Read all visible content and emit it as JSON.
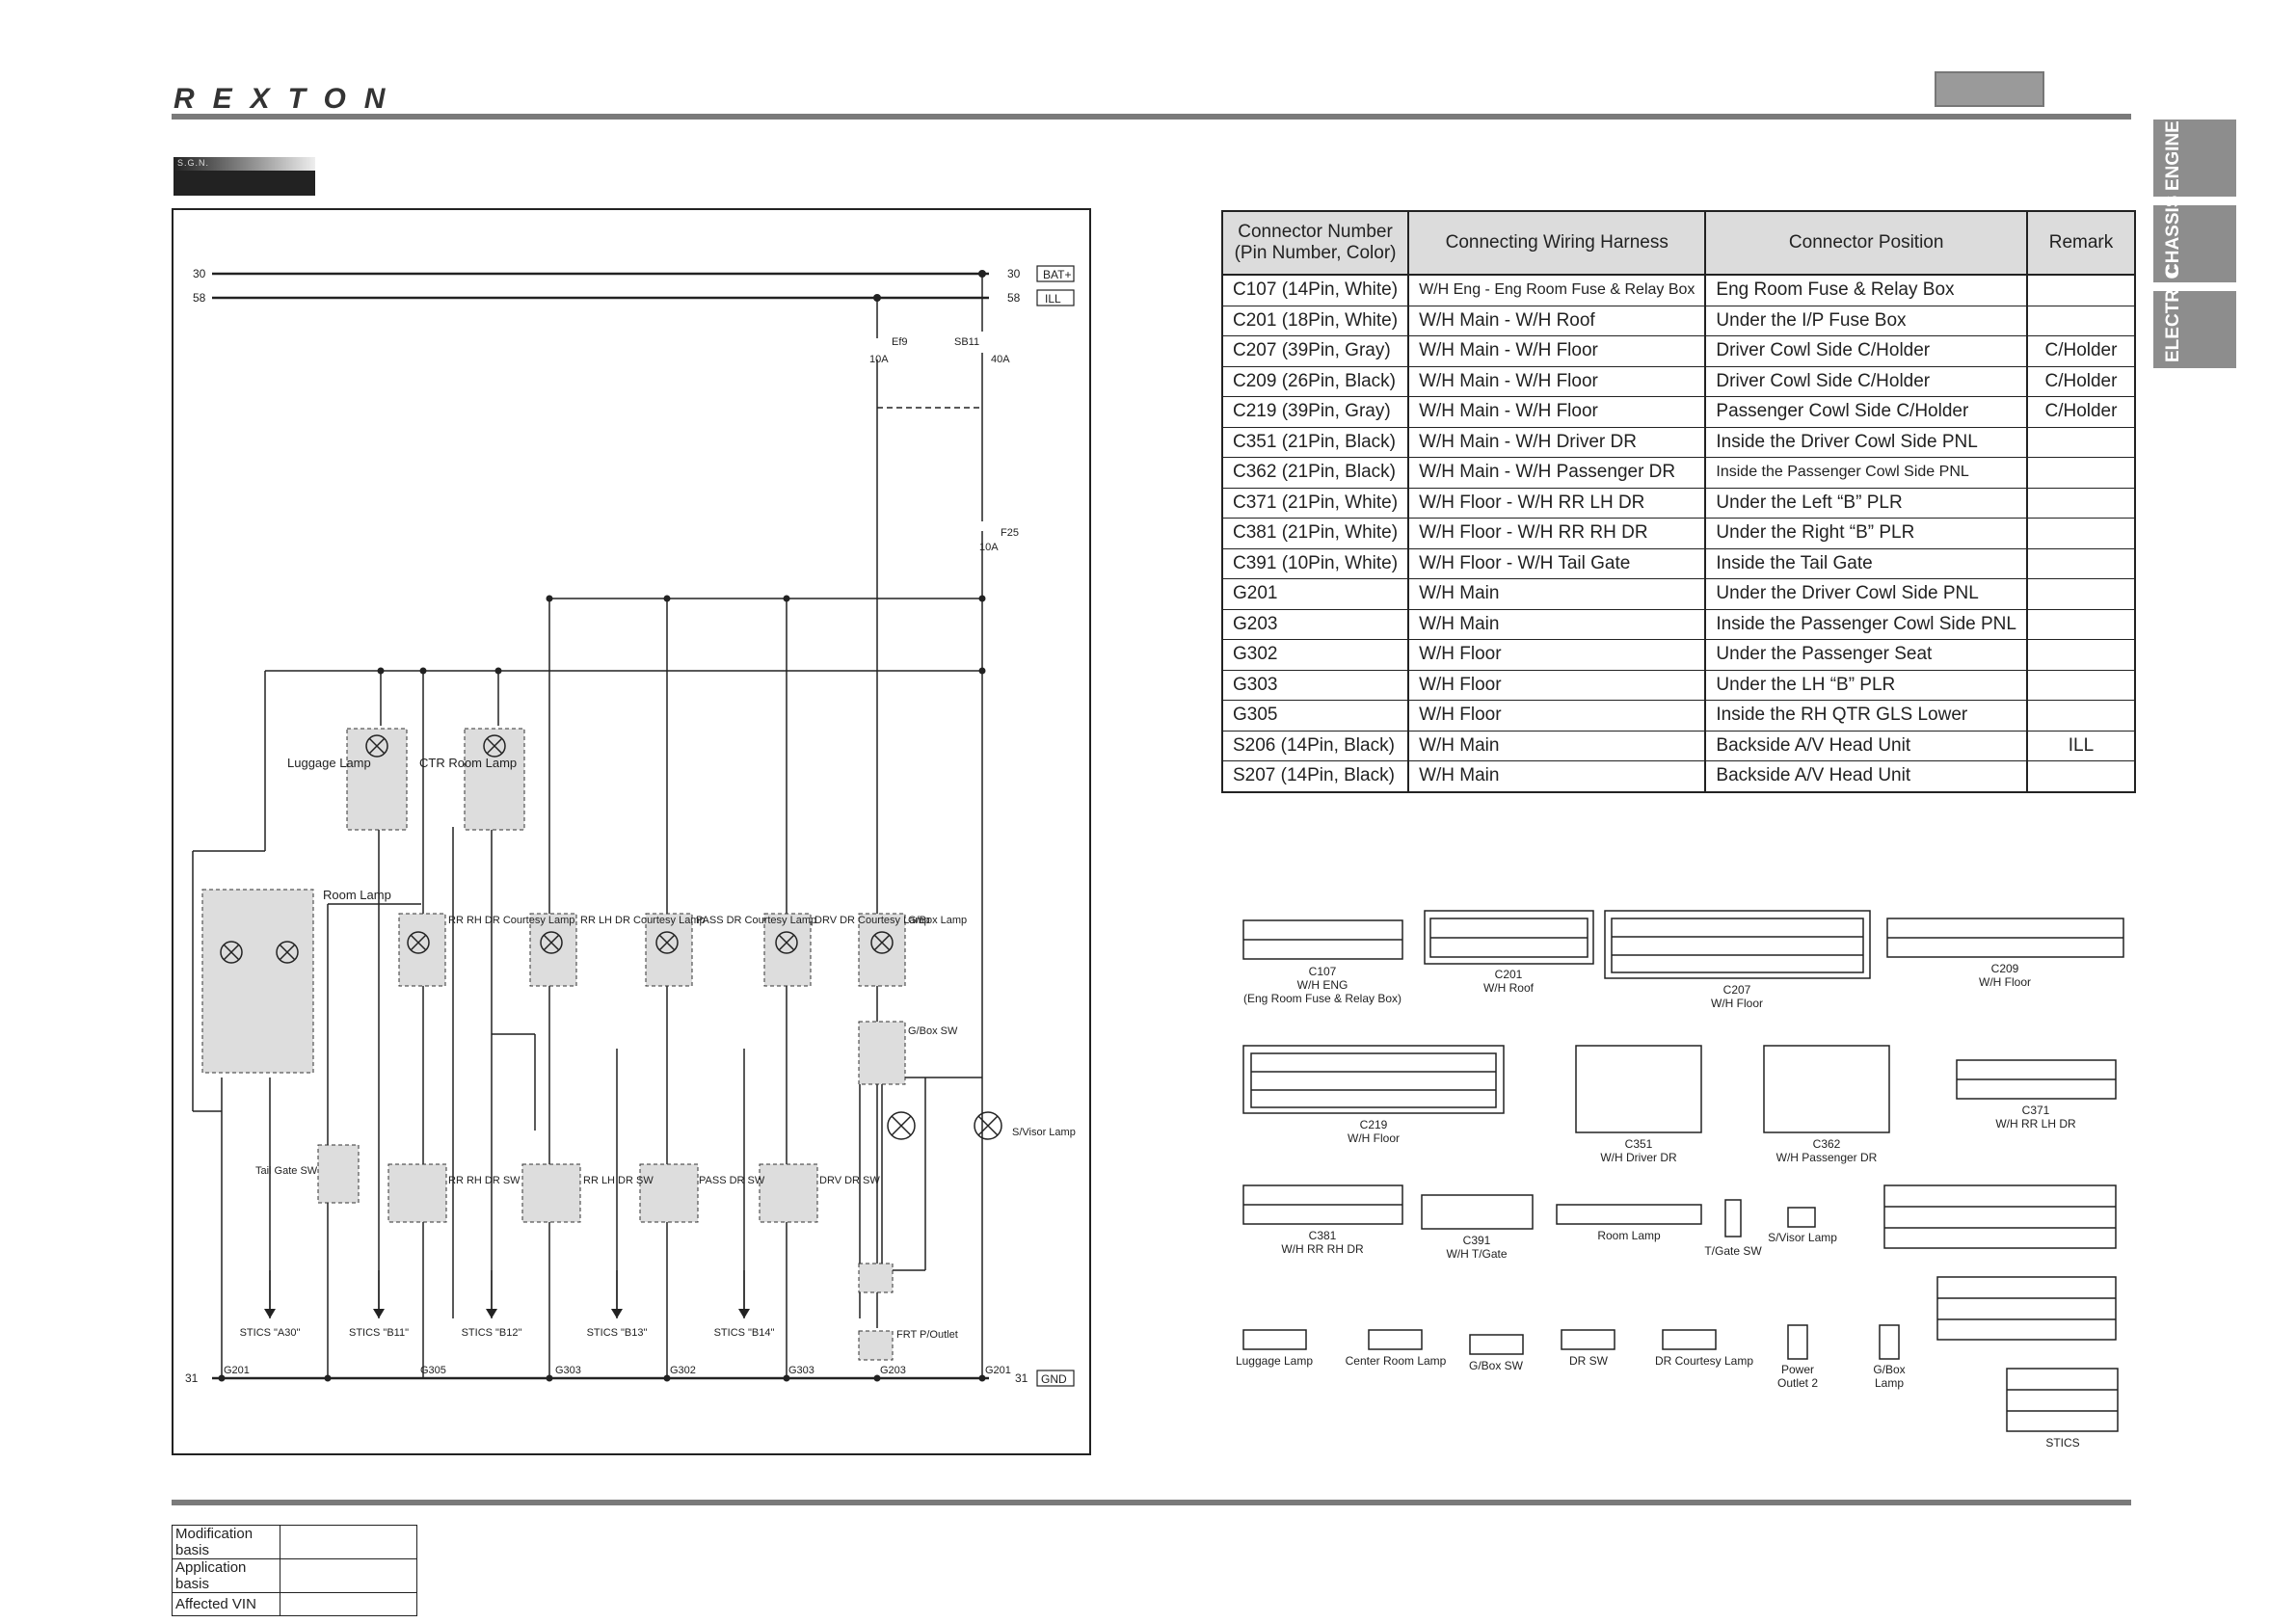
{
  "header": {
    "logo": "REXTON",
    "section_tag": "S.G.N."
  },
  "side_tabs": [
    "ENGINE",
    "CHASSIS",
    "ELECTRI C"
  ],
  "diagram": {
    "bus_labels": {
      "bat": "BAT+",
      "ill": "ILL",
      "gnd": "GND"
    },
    "fuses": [
      {
        "id": "Ef9",
        "rating": "10A"
      },
      {
        "id": "SB11",
        "rating": "40A"
      },
      {
        "id": "F25",
        "rating": "10A"
      }
    ],
    "components": [
      "Luggage Lamp",
      "CTR Room Lamp",
      "Room Lamp",
      "RR RH DR Courtesy Lamp",
      "RR LH DR Courtesy Lamp",
      "PASS DR Courtesy Lamp",
      "DRV DR Courtesy Lamp",
      "G/Box Lamp",
      "G/Box SW",
      "S/Visor Lamp",
      "Tail Gate SW",
      "RR RH DR SW",
      "RR LH DR SW",
      "PASS DR SW",
      "DRV DR SW",
      "FRT P/Outlet"
    ],
    "stics": [
      "STICS \"A30\"",
      "STICS \"B11\"",
      "STICS \"B12\"",
      "STICS \"B13\"",
      "STICS \"B14\""
    ],
    "grounds": [
      "G201",
      "G305",
      "G303",
      "G302",
      "G303",
      "G203",
      "G201"
    ]
  },
  "table": {
    "headers": [
      "Connector Number (Pin Number, Color)",
      "Connecting Wiring Harness",
      "Connector Position",
      "Remark"
    ],
    "rows": [
      [
        "C107 (14Pin, White)",
        "W/H Eng - Eng Room Fuse & Relay Box",
        "Eng Room Fuse & Relay Box",
        ""
      ],
      [
        "C201 (18Pin, White)",
        "W/H Main - W/H Roof",
        "Under the I/P Fuse Box",
        ""
      ],
      [
        "C207 (39Pin, Gray)",
        "W/H Main - W/H Floor",
        "Driver Cowl Side C/Holder",
        "C/Holder"
      ],
      [
        "C209 (26Pin, Black)",
        "W/H Main - W/H Floor",
        "Driver Cowl Side C/Holder",
        "C/Holder"
      ],
      [
        "C219 (39Pin, Gray)",
        "W/H Main - W/H Floor",
        "Passenger Cowl Side C/Holder",
        "C/Holder"
      ],
      [
        "C351 (21Pin, Black)",
        "W/H Main - W/H Driver DR",
        "Inside the Driver Cowl Side PNL",
        ""
      ],
      [
        "C362 (21Pin, Black)",
        "W/H Main - W/H Passenger DR",
        "Inside the Passenger Cowl Side PNL",
        ""
      ],
      [
        "C371 (21Pin, White)",
        "W/H Floor - W/H RR LH DR",
        "Under the Left “B” PLR",
        ""
      ],
      [
        "C381 (21Pin, White)",
        "W/H Floor - W/H RR RH DR",
        "Under the Right “B” PLR",
        ""
      ],
      [
        "C391 (10Pin, White)",
        "W/H Floor - W/H Tail Gate",
        "Inside the Tail Gate",
        ""
      ],
      [
        "G201",
        "W/H Main",
        "Under the Driver Cowl Side PNL",
        ""
      ],
      [
        "G203",
        "W/H Main",
        "Inside the Passenger Cowl Side PNL",
        ""
      ],
      [
        "G302",
        "W/H Floor",
        "Under the Passenger Seat",
        ""
      ],
      [
        "G303",
        "W/H Floor",
        "Under the LH “B” PLR",
        ""
      ],
      [
        "G305",
        "W/H Floor",
        "Inside the RH QTR GLS Lower",
        ""
      ],
      [
        "S206 (14Pin, Black)",
        "W/H Main",
        "Backside A/V Head Unit",
        "ILL"
      ],
      [
        "S207 (14Pin, Black)",
        "W/H Main",
        "Backside A/V Head Unit",
        ""
      ]
    ]
  },
  "connector_labels": {
    "c107": [
      "C107",
      "W/H ENG",
      "(Eng Room Fuse & Relay Box)"
    ],
    "c201": [
      "C201",
      "W/H Roof"
    ],
    "c207": [
      "C207",
      "W/H Floor"
    ],
    "c209": [
      "C209",
      "W/H Floor"
    ],
    "c219": [
      "C219",
      "W/H Floor"
    ],
    "c351": [
      "C351",
      "W/H Driver DR"
    ],
    "c362": [
      "C362",
      "W/H Passenger DR"
    ],
    "c371": [
      "C371",
      "W/H RR LH DR"
    ],
    "c381": [
      "C381",
      "W/H RR RH DR"
    ],
    "c391": [
      "C391",
      "W/H T/Gate"
    ],
    "room_lamp": "Room Lamp",
    "tgate_sw": "T/Gate SW",
    "svisor_lamp": "S/Visor Lamp",
    "luggage_lamp": "Luggage Lamp",
    "center_room_lamp": "Center Room Lamp",
    "gbox_sw": "G/Box SW",
    "dr_sw": "DR SW",
    "dr_courtesy_lamp": "DR Courtesy Lamp",
    "power_outlet": [
      "Power",
      "Outlet 2"
    ],
    "gbox_lamp": [
      "G/Box",
      "Lamp"
    ],
    "stics": "STICS"
  },
  "footer": {
    "rows": [
      "Modification basis",
      "Application basis",
      "Affected VIN"
    ]
  }
}
